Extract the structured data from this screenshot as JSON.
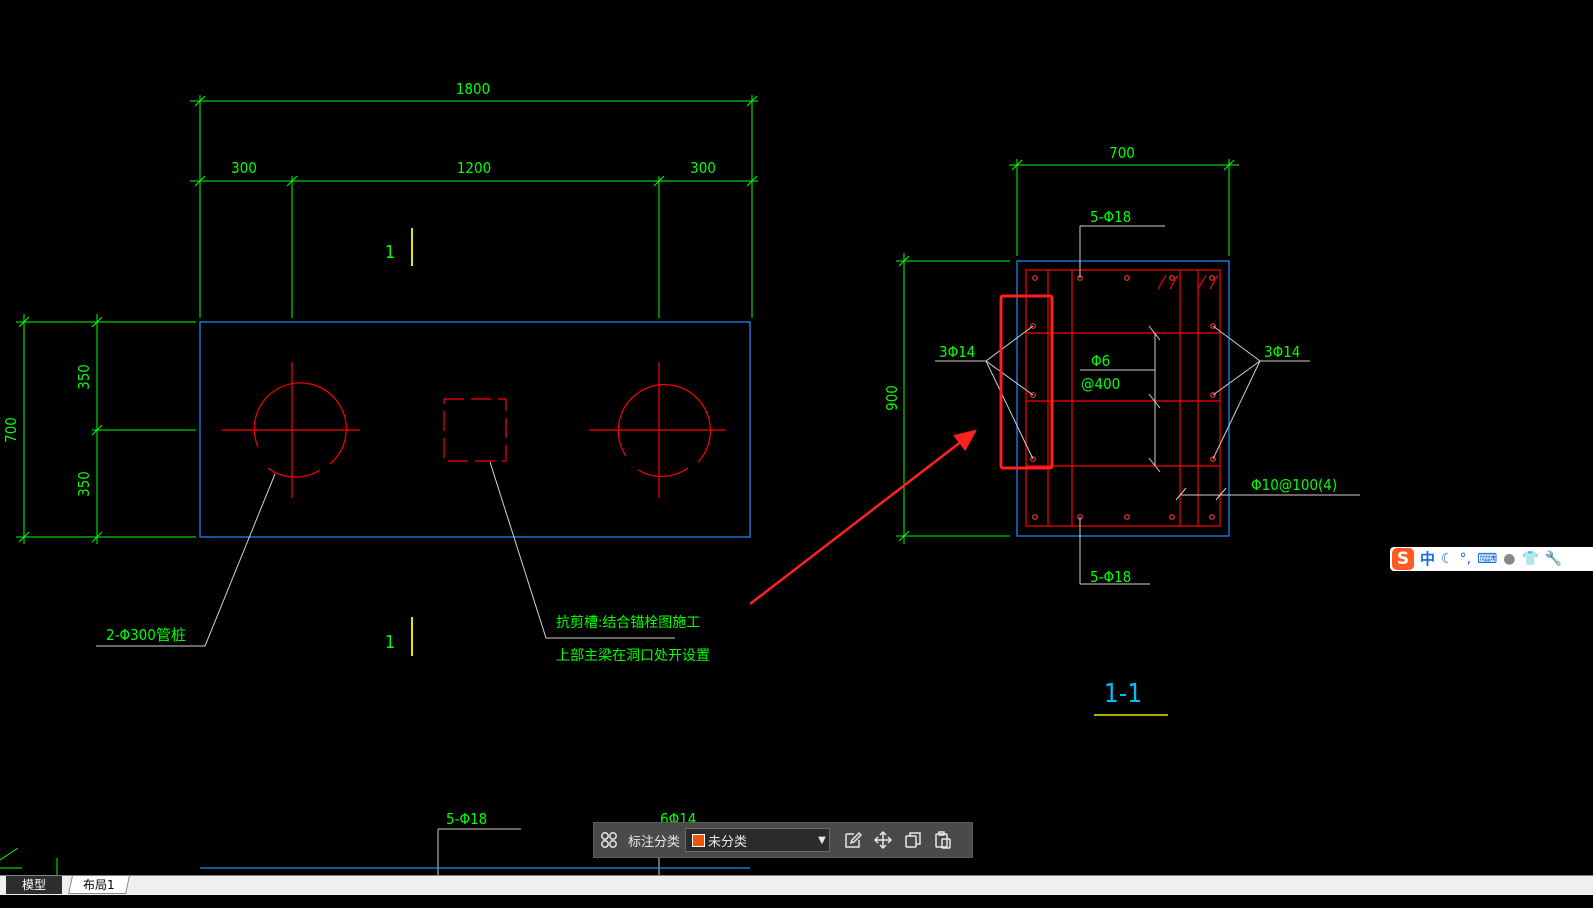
{
  "drawing": {
    "plan": {
      "dim_total": "1800",
      "dim_left": "300",
      "dim_mid": "1200",
      "dim_right": "300",
      "dim_height": "700",
      "dim_upper": "350",
      "dim_lower": "350",
      "section_mark_top": "1",
      "section_mark_bottom": "1",
      "note_piles": "2-Φ300管桩",
      "note_shear_line1": "抗剪槽:结合锚栓图施工",
      "note_shear_line2": "上部主梁在洞口处开设置"
    },
    "section": {
      "dim_width": "700",
      "dim_height": "900",
      "top_bars": "5-Φ18",
      "bottom_bars": "5-Φ18",
      "left_side_bars": "3Φ14",
      "right_side_bars": "3Φ14",
      "tie_bar": "Φ6",
      "tie_spacing": "@400",
      "stirrups": "Φ10@100(4)",
      "title": "1-1"
    },
    "bottom_fragment": {
      "bars_label": "5-Φ18",
      "bars_label_2": "6Φ14"
    },
    "colors": {
      "background": "#000000",
      "dimension": "#00ff00",
      "rebar": "#ff0000",
      "outline": "#1e90ff",
      "leader": "#d0d0d0",
      "highlight": "#ff2020"
    }
  },
  "ime": {
    "logo": "S",
    "mode": "中",
    "icons": [
      "moon-icon",
      "punctuation-icon",
      "keyboard-icon",
      "voice-icon",
      "skin-icon",
      "wrench-icon"
    ]
  },
  "toolbar": {
    "label": "标注分类",
    "category_value": "未分类",
    "icons": [
      "grid-icon",
      "edit-icon",
      "move-icon",
      "copy-icon",
      "paste-icon"
    ]
  },
  "tabs": {
    "model": "模型",
    "layout1": "布局1"
  }
}
